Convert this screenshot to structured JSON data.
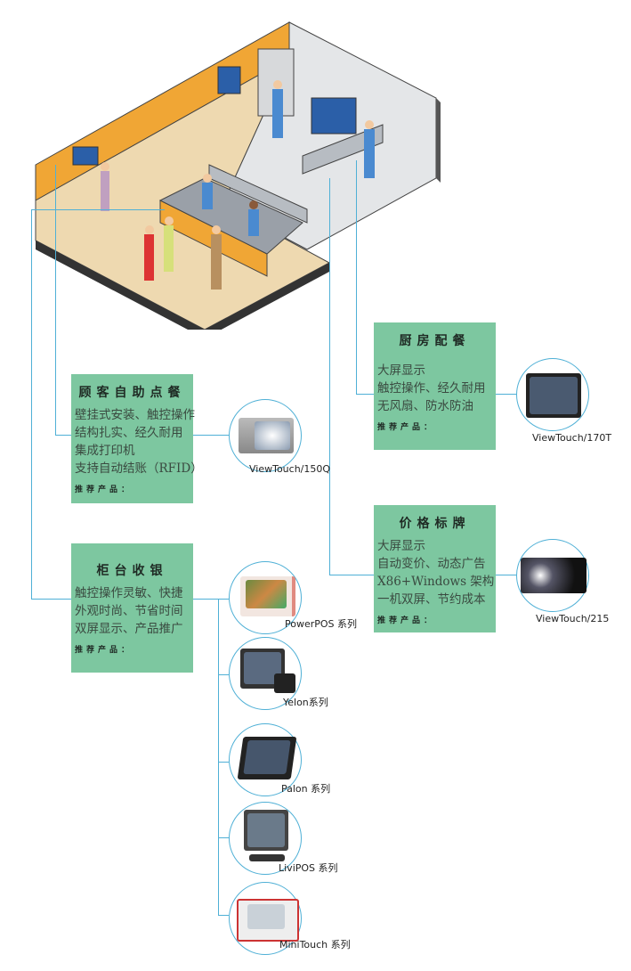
{
  "scenes": [
    {
      "title": "顾客自助点餐",
      "lines": [
        "壁挂式安装、触控操作",
        "结构扎实、经久耐用",
        "集成打印机",
        "支持自动结账（RFID）"
      ],
      "recommend": "推荐产品：",
      "products": [
        "ViewTouch/150Q"
      ]
    },
    {
      "title": "柜台收银",
      "lines": [
        "触控操作灵敏、快捷",
        "外观时尚、节省时间",
        "双屏显示、产品推广"
      ],
      "recommend": "推荐产品：",
      "products": [
        "PowerPOS 系列",
        "Yelon系列",
        "Palon 系列",
        "LiviPOS 系列",
        "MiniTouch 系列"
      ]
    },
    {
      "title": "厨房配餐",
      "lines": [
        "大屏显示",
        "触控操作、经久耐用",
        "无风扇、防水防油"
      ],
      "recommend": "推荐产品：",
      "products": [
        "ViewTouch/170T"
      ]
    },
    {
      "title": "价格标牌",
      "lines": [
        "大屏显示",
        "自动变价、动态广告",
        "X86+Windows 架构",
        "一机双屏、节约成本"
      ],
      "recommend": "推荐产品：",
      "products": [
        "ViewTouch/215"
      ]
    }
  ],
  "colors": {
    "box": "#7dc7a0",
    "line": "#4fb0d6",
    "wall": "#f0a635",
    "floor": "#efdcb5"
  }
}
